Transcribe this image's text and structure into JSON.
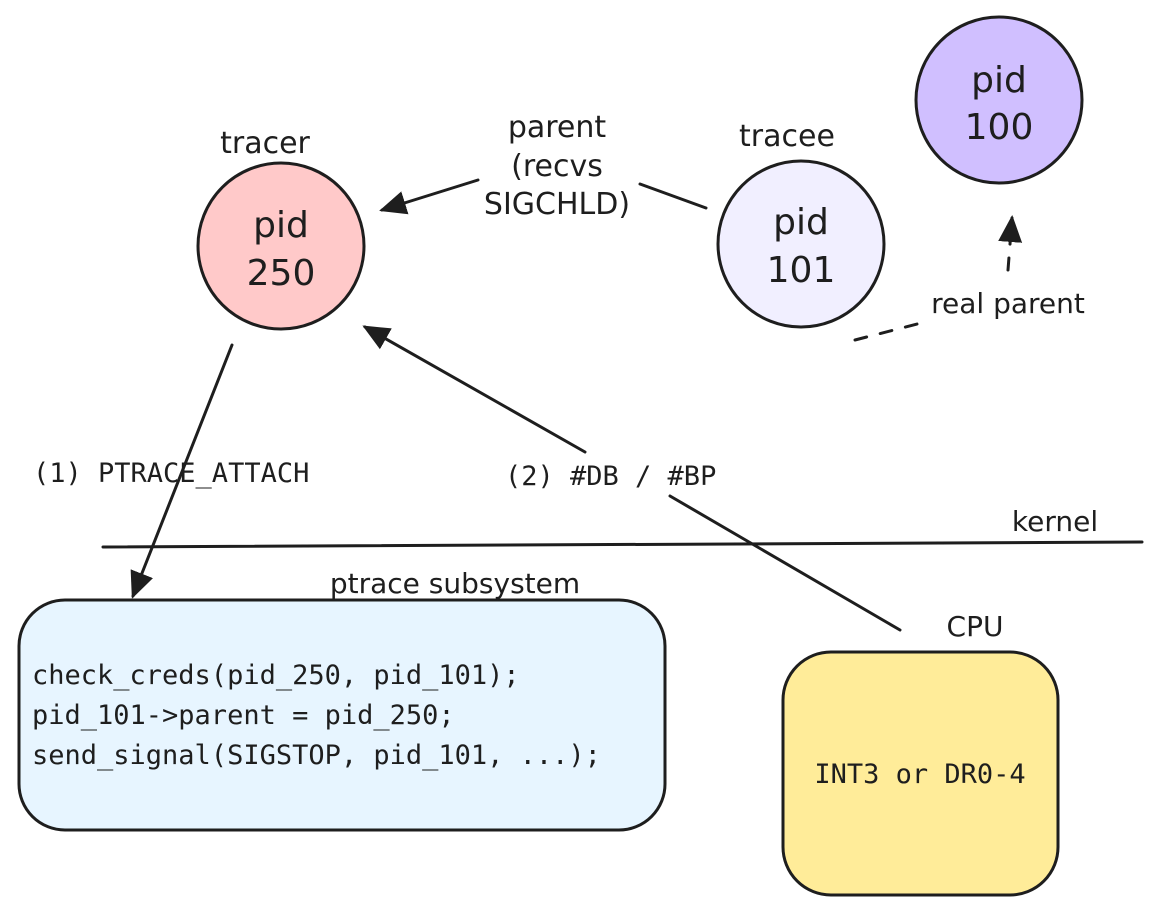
{
  "nodes": {
    "tracer": {
      "role": "tracer",
      "line1": "pid",
      "line2": "250",
      "fill": "#ffc9c9"
    },
    "tracee": {
      "role": "tracee",
      "line1": "pid",
      "line2": "101",
      "fill": "#f1efff"
    },
    "real_parent": {
      "line1": "pid",
      "line2": "100",
      "fill": "#d0bfff"
    }
  },
  "edges": {
    "parent": {
      "line1": "parent",
      "line2": "(recvs",
      "line3": "SIGCHLD)"
    },
    "real_parent": {
      "label": "real parent"
    },
    "attach": {
      "label": "(1) PTRACE_ATTACH"
    },
    "debug_exception": {
      "label": "(2) #DB / #BP"
    }
  },
  "kernel_boundary": {
    "label": "kernel"
  },
  "ptrace_subsystem": {
    "title": "ptrace subsystem",
    "fill": "#e7f5ff",
    "code": [
      "check_creds(pid_250, pid_101);",
      "pid_101->parent = pid_250;",
      "send_signal(SIGSTOP, pid_101, ...);"
    ]
  },
  "cpu": {
    "title": "CPU",
    "fill": "#ffec99",
    "body": "INT3 or DR0-4"
  },
  "colors": {
    "stroke": "#1e1e1e"
  }
}
